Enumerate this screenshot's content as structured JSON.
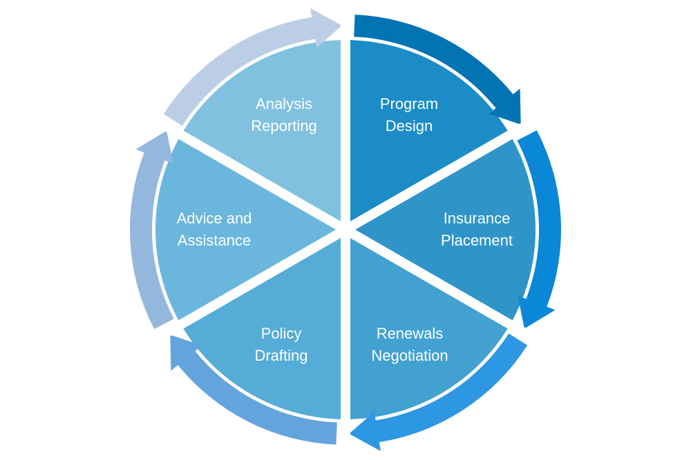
{
  "diagram": {
    "segments": [
      {
        "id": "program-design",
        "lines": [
          "Program",
          "Design"
        ],
        "fill": "#1b8cc6",
        "arrow": "#0274b4"
      },
      {
        "id": "insurance-placement",
        "lines": [
          "Insurance",
          "Placement"
        ],
        "fill": "#2f95c9",
        "arrow": "#0b87d7"
      },
      {
        "id": "renewals-negotiation",
        "lines": [
          "Renewals",
          "Negotiation"
        ],
        "fill": "#42a1d0",
        "arrow": "#2e97e3"
      },
      {
        "id": "policy-drafting",
        "lines": [
          "Policy",
          "Drafting"
        ],
        "fill": "#55acd6",
        "arrow": "#64a4dc"
      },
      {
        "id": "advice-and-assistance",
        "lines": [
          "Advice and",
          "Assistance"
        ],
        "fill": "#6bb6dc",
        "arrow": "#94b7de"
      },
      {
        "id": "analysis-reporting",
        "lines": [
          "Analysis",
          "Reporting"
        ],
        "fill": "#80c1e0",
        "arrow": "#bbcee5"
      }
    ]
  }
}
